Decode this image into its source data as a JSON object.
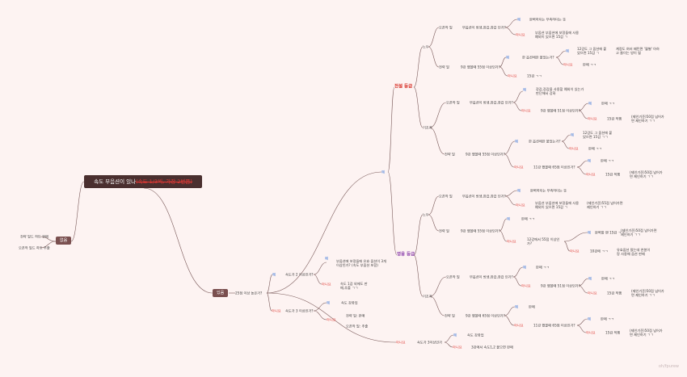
{
  "root": {
    "main": "속도 부음션이 있나",
    "highlight": "(속도 1/3씩, 가장 2번쯤)"
  },
  "left": {
    "label": "없음",
    "items": [
      "전략 빌드 하트 판매",
      "오픈작 빌드 하트 추출"
    ]
  },
  "right": {
    "label": "있음"
  },
  "labels": {
    "yes": "예",
    "no": "아니요",
    "sell": "판매",
    "sell_k": "판매 ㄱㄱ",
    "fifteen_k": "15감 ㄱㄱ",
    "sell15": "15감 직행",
    "basis": "(제인기준)50점 넘어가면 제인하기 ㄱㄱ",
    "hard": "속도 강화업",
    "legend_grade": "전설 등급",
    "hero_grade": "영웅 등급",
    "nosu": "노두",
    "gichoji": "기초지",
    "openjak": "오픈작 빌",
    "jeollyak": "전략 빌",
    "q_op": "부옵션이 방생,장갑,장갑 인가?",
    "q_55": "9강 했을때 55점 이상인가?",
    "q_51": "9강 했을때 51점 이상인가?",
    "q_65": "9강 했을때 65점 이상인가?",
    "q_han": "한 옵션에만 붙었는가?",
    "q_12": "12강에서 55점 이상인가?",
    "q_11": "11강 했을때 65점 이상인가?",
    "a_jeolban": "완벽하지는 부족하다는 뜻",
    "a_usage": "부옵션 부옵션에 보정들에 사용 예외이 있으면 15감 ㄱ",
    "a_12": "12강도 그 옵션에 붙었으면 15감 ㄱ",
    "a_jeda": "계정도 여러 패턴면 '월별' 아하고 줄이는 방이 될",
    "a_jang": "장감,장갑을 사용할 예외이 있는가 판단해서 강화",
    "a_12b": "12강도 그 옵션에 붙었으면 15감 ㄱㄱ",
    "a_basis_k": "(제인기준)55점 넘어가면 제인하기 ㄱㄱ",
    "a_15sell": "완벽할 땐 15감 ㄱㄱ",
    "a_basis2": "(제인기준)50점 넘어가면 제인하기 ㄱㄱ",
    "a_10": "10강에 ㄱㄱ",
    "a_usage2": "유효옵션 떴는데 연봉이랑 사용해 옵션 판매",
    "q25": "25점 이상 높은가?",
    "q_s2": "속도가 2 이상인가?",
    "q_s3": "속도가 3 이상인가?",
    "a_s2": "부옵션에 보정들에 유효 옵션이 3개 이상인가? (속도 부옵션 포함)",
    "a_s2n": "속도 1감 외에도 판매,추출 ㄱㄱ",
    "a_s3": "속도 강화업",
    "a_s3n1": "전략 빌: 판매",
    "a_s3n2": "오픈작 빌: 추출",
    "q_s3b": "속도가 3이상인가",
    "a_last": "3강에서 속도1,2 붙으면 판매"
  },
  "watermark": "oh/fpurew"
}
